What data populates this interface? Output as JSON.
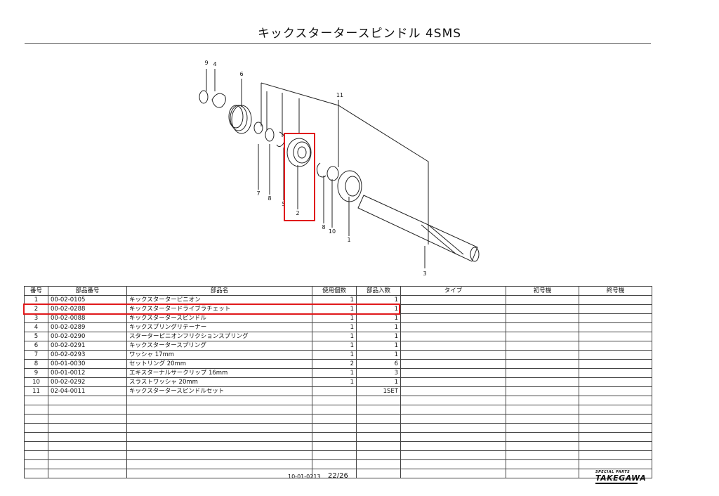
{
  "title": "キックスタータースピンドル 4SMS",
  "diagram": {
    "callouts": [
      "9",
      "4",
      "6",
      "11",
      "7",
      "8",
      "5",
      "2",
      "8",
      "10",
      "1",
      "3"
    ]
  },
  "table": {
    "headers": [
      "番号",
      "部品番号",
      "部品名",
      "使用個数",
      "部品入数",
      "タイプ",
      "初号機",
      "終号機"
    ],
    "rows": [
      {
        "no": "1",
        "part": "00-02-0105",
        "name": "キックスターターピニオン",
        "use": "1",
        "qty": "1"
      },
      {
        "no": "2",
        "part": "00-02-0288",
        "name": "キックスタータードライブラチェット",
        "use": "1",
        "qty": "1"
      },
      {
        "no": "3",
        "part": "00-02-0088",
        "name": "キックスタータースピンドル",
        "use": "1",
        "qty": "1"
      },
      {
        "no": "4",
        "part": "00-02-0289",
        "name": "キックスプリングリテーナー",
        "use": "1",
        "qty": "1"
      },
      {
        "no": "5",
        "part": "00-02-0290",
        "name": "スターターピニオンフリクションスプリング",
        "use": "1",
        "qty": "1"
      },
      {
        "no": "6",
        "part": "00-02-0291",
        "name": "キックスタータースプリング",
        "use": "1",
        "qty": "1"
      },
      {
        "no": "7",
        "part": "00-02-0293",
        "name": "ワッシャ 17mm",
        "use": "1",
        "qty": "1"
      },
      {
        "no": "8",
        "part": "00-01-0030",
        "name": "セットリング 20mm",
        "use": "2",
        "qty": "6"
      },
      {
        "no": "9",
        "part": "00-01-0012",
        "name": "エキスターナルサークリップ 16mm",
        "use": "1",
        "qty": "3"
      },
      {
        "no": "10",
        "part": "00-02-0292",
        "name": "スラストワッシャ 20mm",
        "use": "1",
        "qty": "1"
      },
      {
        "no": "11",
        "part": "02-04-0011",
        "name": "キックスタータースピンドルセット",
        "use": "",
        "qty": "1SET"
      }
    ],
    "empty_rows": 9
  },
  "highlight_color": "#e0191b",
  "footer": {
    "code": "10-01-0213",
    "page": "22/26",
    "logo_small": "SPECIAL PARTS",
    "logo_big": "TAKEGAWA"
  }
}
